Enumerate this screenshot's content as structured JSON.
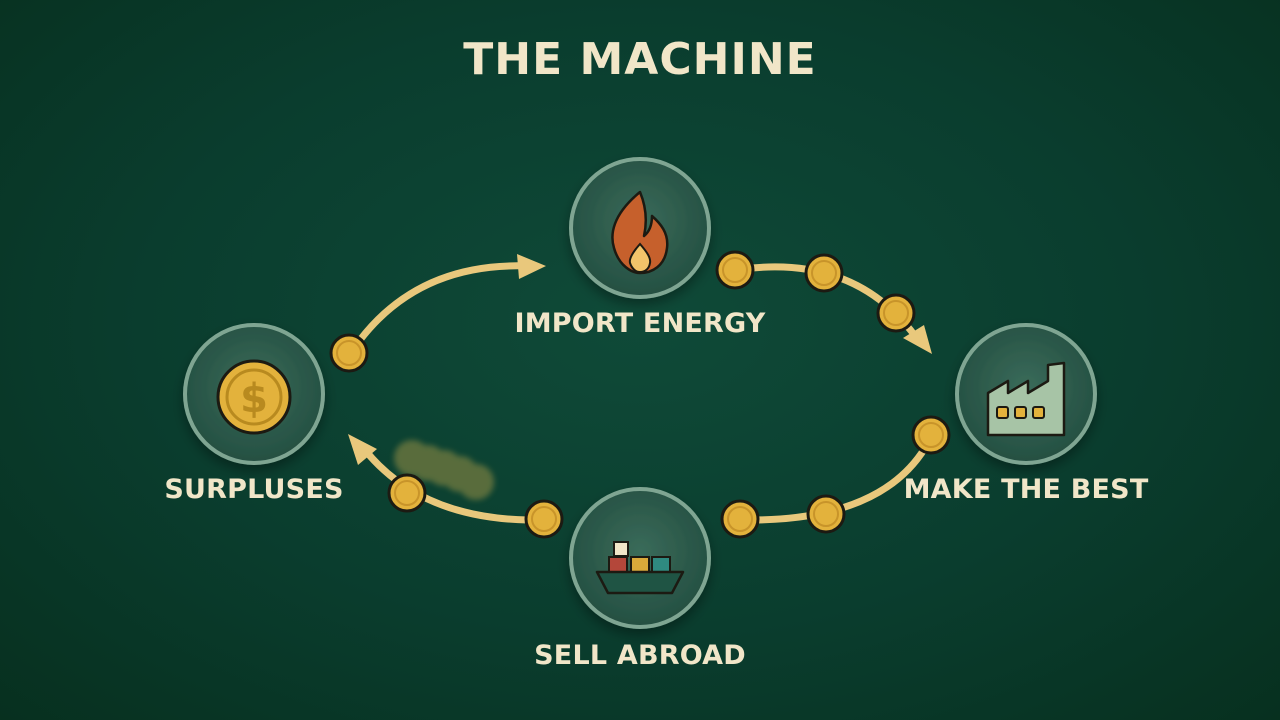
{
  "title": "THE MACHINE",
  "nodes": [
    {
      "id": "import-energy",
      "label": "IMPORT ENERGY",
      "icon": "flame-icon"
    },
    {
      "id": "make-the-best",
      "label": "MAKE THE BEST",
      "icon": "factory-icon"
    },
    {
      "id": "sell-abroad",
      "label": "SELL ABROAD",
      "icon": "cargo-ship-icon"
    },
    {
      "id": "surpluses",
      "label": "SURPLUSES",
      "icon": "dollar-coin-icon"
    }
  ],
  "colors": {
    "background": "#0a3d2e",
    "node_fill": "#2f5f4f",
    "node_ring": "#7fa592",
    "arrow": "#e9c87c",
    "coin": "#e3b23c",
    "coin_edge": "#1c1a12",
    "text": "#f1e6c8",
    "flame": "#c6602c",
    "factory": "#a7c4a6",
    "container_red": "#b4473a",
    "container_gold": "#d9a93a",
    "container_teal": "#2f8a80"
  }
}
